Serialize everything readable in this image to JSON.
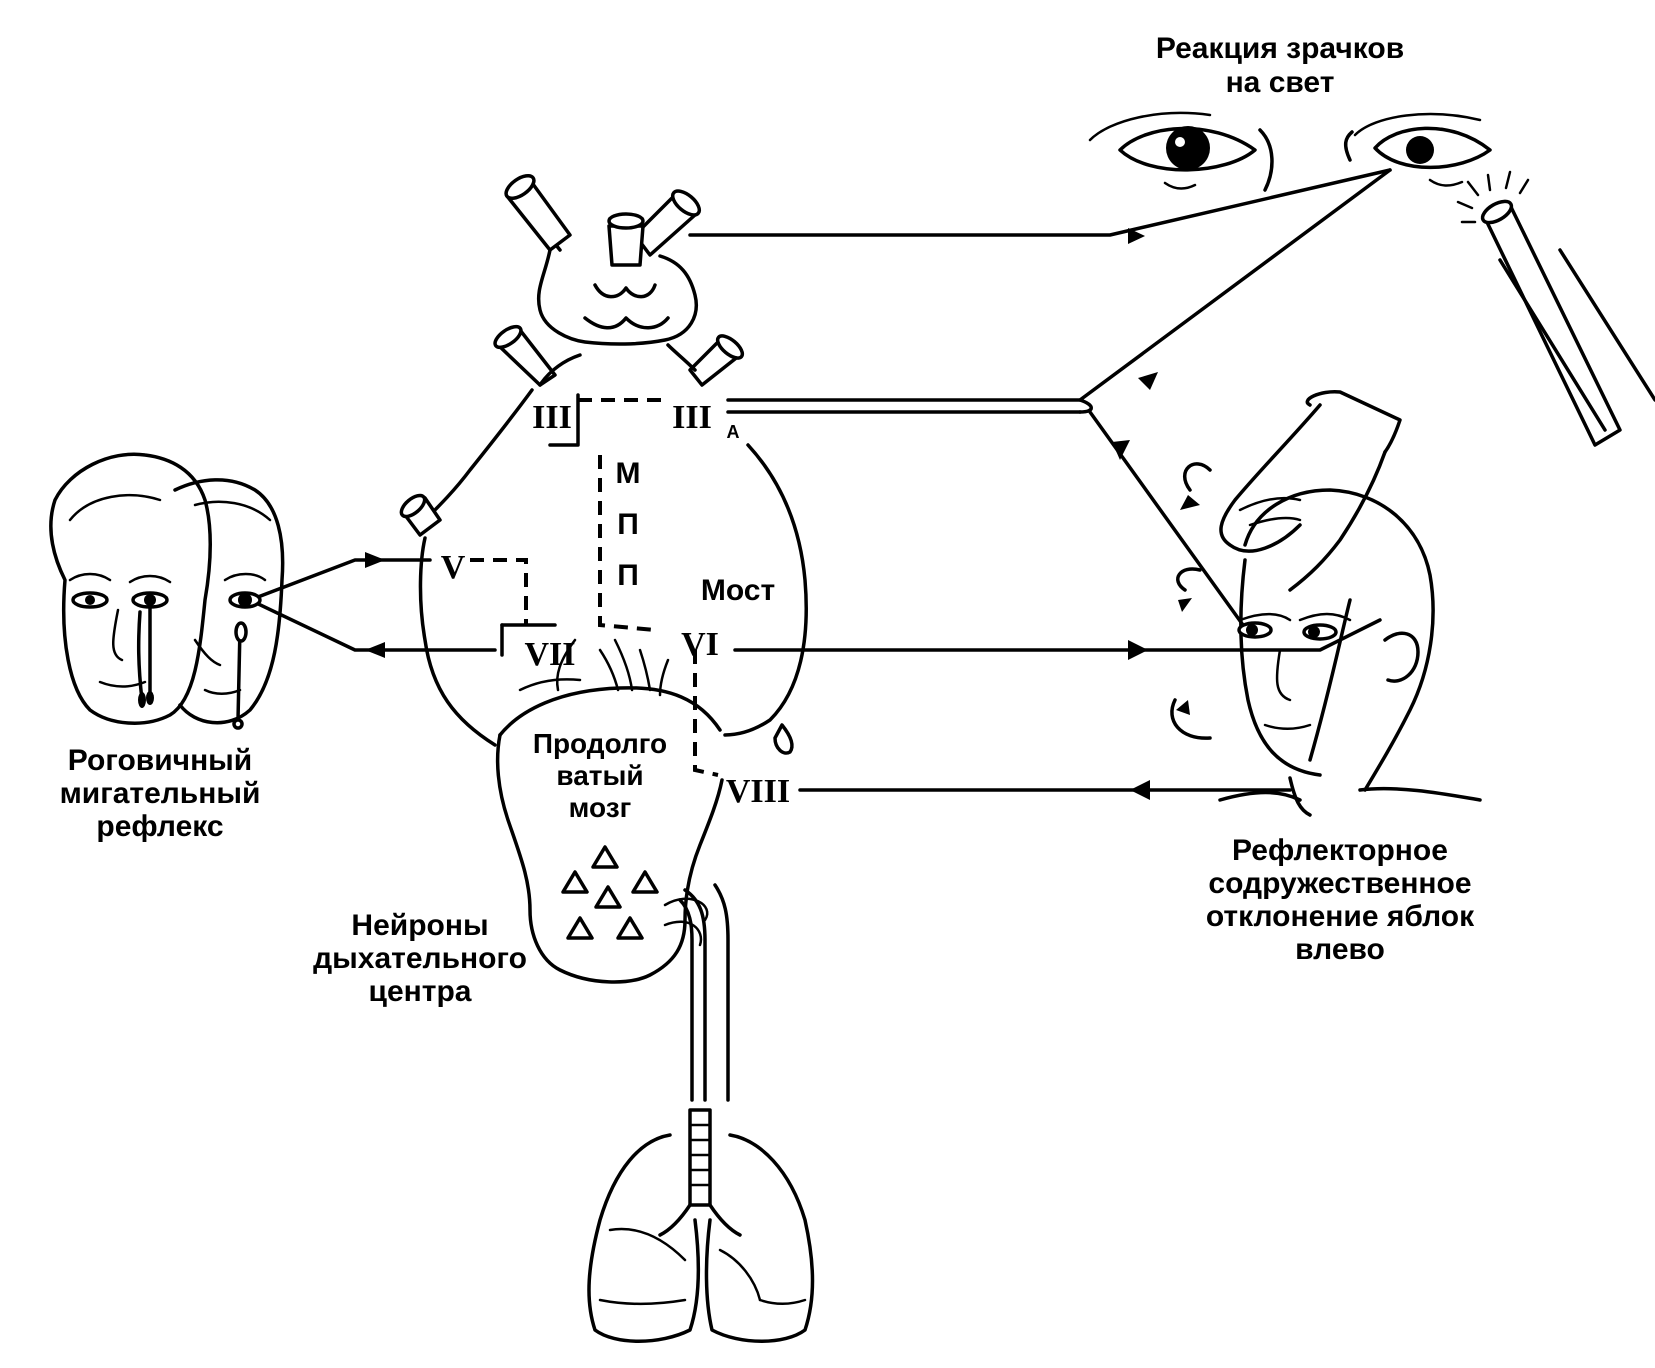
{
  "labels": {
    "pupil_reaction_line1": "Реакция зрачков",
    "pupil_reaction_line2": "на свет",
    "corneal_line1": "Роговичный",
    "corneal_line2": "мигательный",
    "corneal_line3": "рефлекс",
    "reflex_dev_line1": "Рефлекторное",
    "reflex_dev_line2": "содружественное",
    "reflex_dev_line3": "отклонение яблок",
    "reflex_dev_line4": "влево",
    "resp_line1": "Нейроны",
    "resp_line2": "дыхательного",
    "resp_line3": "центра",
    "pons": "Мост",
    "medulla_line1": "Продолго",
    "medulla_line2": "ватый",
    "medulla_line3": "мозг",
    "mlf_1": "М",
    "mlf_2": "П",
    "mlf_3": "П"
  },
  "nerves": {
    "n3_left": "III",
    "n3_right": "III",
    "n3_sub": "A",
    "n5": "V",
    "n6": "VI",
    "n7": "VII",
    "n8": "VIII"
  }
}
